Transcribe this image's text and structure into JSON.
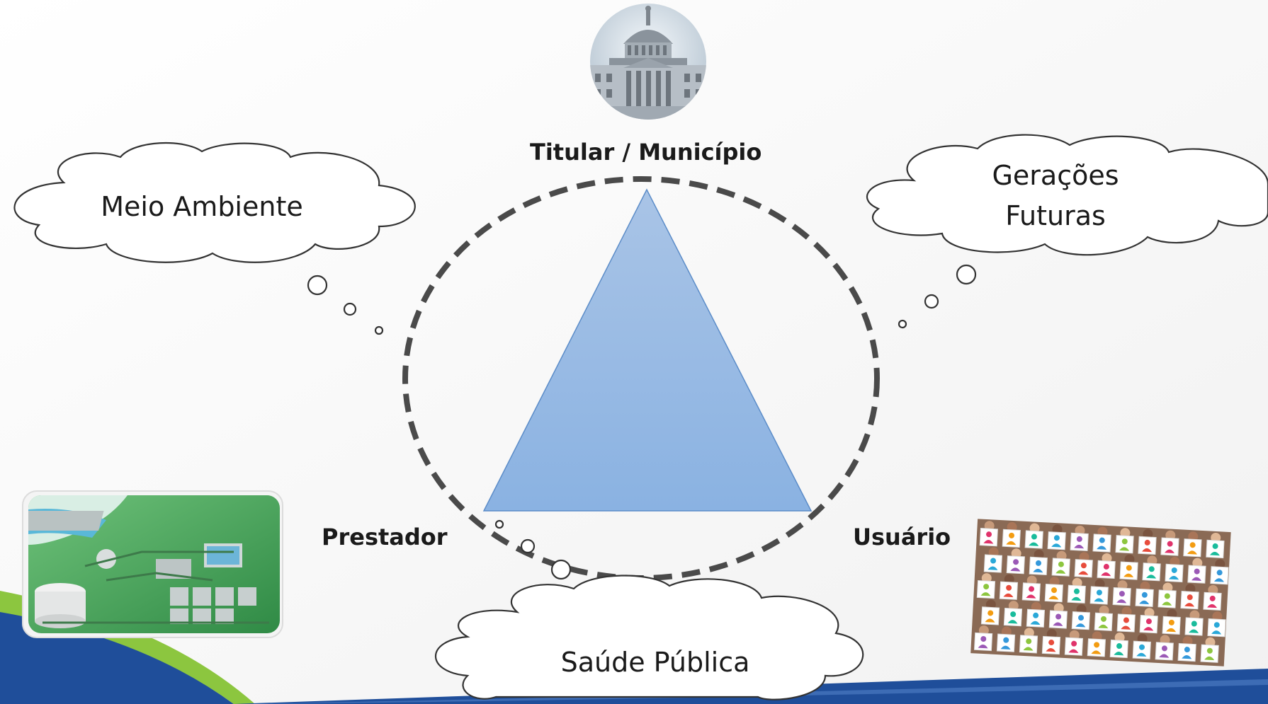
{
  "diagram": {
    "top_label": "Titular / Município",
    "left_label": "Prestador",
    "right_label": "Usuário",
    "clouds": {
      "environment": "Meio Ambiente",
      "future_line1": "Gerações",
      "future_line2": "Futuras",
      "health": "Saúde Pública"
    }
  },
  "colors": {
    "triangle_fill": "#8fb5e3",
    "dashed_circle": "#4a4a4a",
    "accent_green": "#8cc63f",
    "accent_blue": "#1f4e9a"
  },
  "icons": [
    "capitol-building-icon",
    "treatment-plant-image",
    "crowd-people-image"
  ]
}
